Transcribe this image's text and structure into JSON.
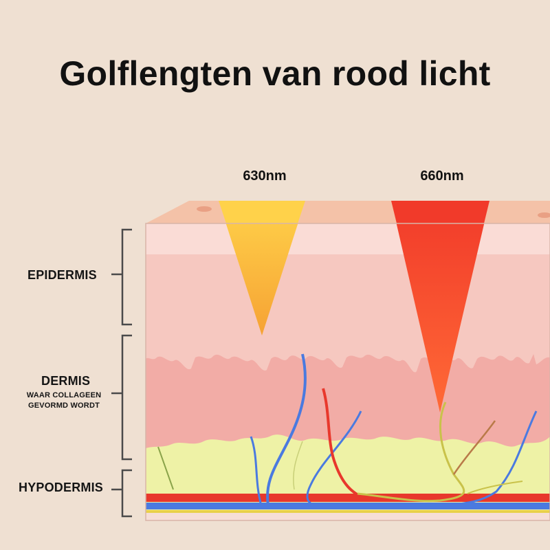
{
  "title": "Golflengten van rood licht",
  "wavelengths": {
    "short": "630nm",
    "long": "660nm"
  },
  "layers": {
    "epidermis": "EPIDERMIS",
    "dermis": "DERMIS",
    "dermis_note_line1": "WAAR COLLAGEEN",
    "dermis_note_line2": "GEVORMD WORDT",
    "hypodermis": "HYPODERMIS"
  },
  "colors": {
    "background": "#efe0d2",
    "beam_630": "#f7c23e",
    "beam_660": "#f04a2a",
    "epidermis": "#f6c8c0",
    "dermis": "#f2aca6",
    "hypodermis_fat": "#eef2a6",
    "artery": "#e8382c",
    "vein": "#4a7ae0"
  }
}
